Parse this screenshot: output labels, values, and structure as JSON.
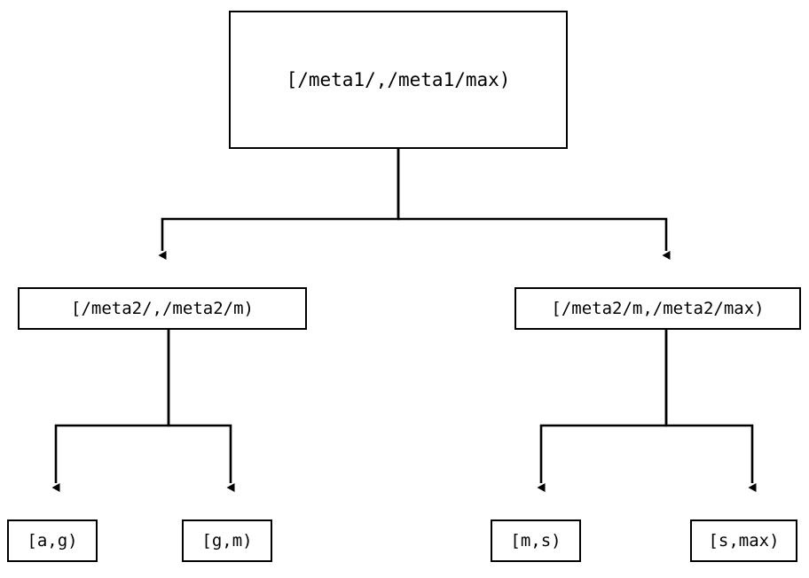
{
  "diagram": {
    "type": "binary-range-tree",
    "title": "",
    "background_color": "#ffffff",
    "line_color": "#000000",
    "box_fill_color": "#ffffff",
    "nodes": {
      "root": {
        "label": "[/meta1/,/meta1/max)"
      },
      "mid_left": {
        "label": "[/meta2/,/meta2/m)"
      },
      "mid_right": {
        "label": "[/meta2/m,/meta2/max)"
      },
      "leaf_ag": {
        "label": "[a,g)"
      },
      "leaf_gm": {
        "label": "[g,m)"
      },
      "leaf_ms": {
        "label": "[m,s)"
      },
      "leaf_smax": {
        "label": "[s,max)"
      }
    },
    "edges": [
      {
        "from": "root",
        "to": "mid_left",
        "arrow": "down"
      },
      {
        "from": "root",
        "to": "mid_right",
        "arrow": "down"
      },
      {
        "from": "mid_left",
        "to": "leaf_ag",
        "arrow": "down"
      },
      {
        "from": "mid_left",
        "to": "leaf_gm",
        "arrow": "down"
      },
      {
        "from": "mid_right",
        "to": "leaf_ms",
        "arrow": "down"
      },
      {
        "from": "mid_right",
        "to": "leaf_smax",
        "arrow": "down"
      }
    ]
  }
}
